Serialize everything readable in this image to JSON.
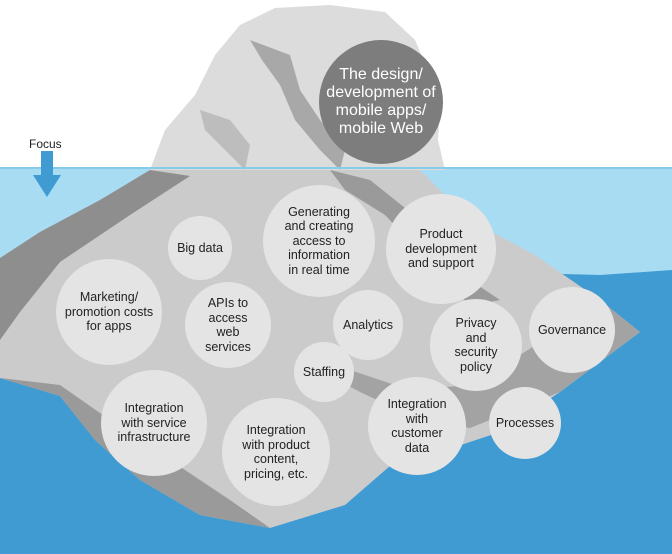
{
  "focus_label": "Focus",
  "colors": {
    "sky": "#ffffff",
    "water_surface": "#a7dcf3",
    "water_deep": "#3f9bd2",
    "iceberg_light": "#cfcfcf",
    "iceberg_mid": "#b8b8b8",
    "iceberg_dark": "#8e8e8e",
    "circle_fill": "#e4e4e4",
    "highlight_circle": "#7d7d7d",
    "arrow": "#3f9bd2"
  },
  "bubbles": {
    "design_mobile": "The design/\ndevelopment of\nmobile apps/\nmobile Web",
    "big_data": "Big data",
    "generating_info": "Generating\nand creating\naccess to\ninformation\nin real time",
    "product_dev": "Product\ndevelopment\nand support",
    "marketing": "Marketing/\npromotion costs\nfor apps",
    "apis": "APIs to\naccess\nweb\nservices",
    "analytics": "Analytics",
    "privacy": "Privacy\nand\nsecurity\npolicy",
    "governance": "Governance",
    "staffing": "Staffing",
    "integration_service": "Integration\nwith service\ninfrastructure",
    "integration_product": "Integration\nwith product\ncontent,\npricing, etc.",
    "integration_customer": "Integration\nwith\ncustomer\ndata",
    "processes": "Processes"
  }
}
